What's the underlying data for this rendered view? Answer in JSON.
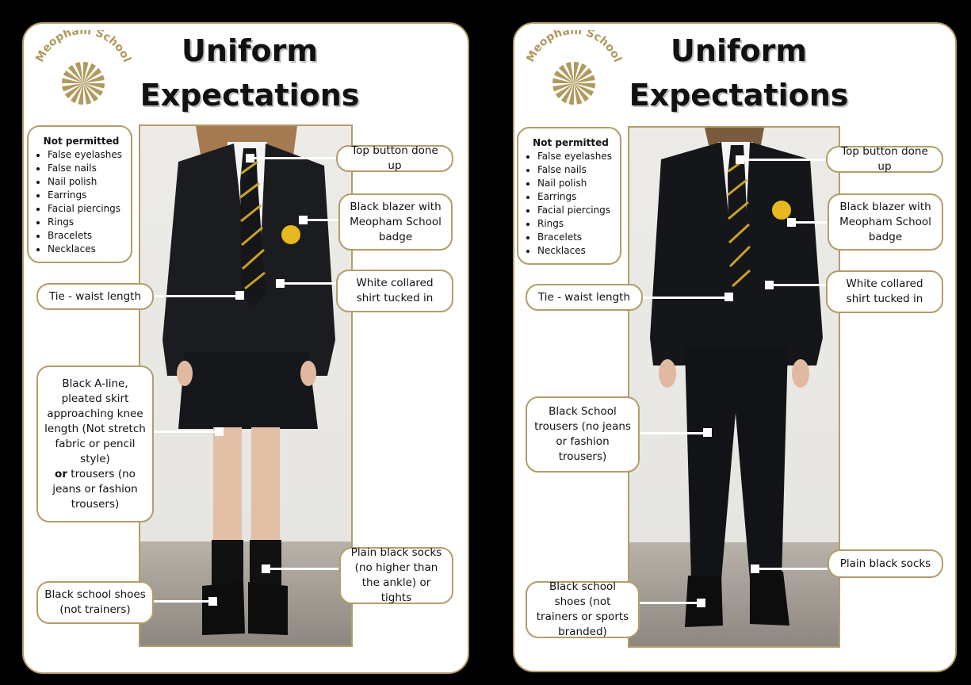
{
  "posters": [
    {
      "logo_text": "Meopham School",
      "title_line1": "Uniform",
      "title_line2": "Expectations",
      "not_permitted": {
        "heading": "Not permitted",
        "items": [
          "False eyelashes",
          "False nails",
          "Nail polish",
          "Earrings",
          "Facial piercings",
          "Rings",
          "Bracelets",
          "Necklaces"
        ]
      },
      "labels": {
        "top_button": "Top button done up",
        "blazer": "Black blazer with Meopham School badge",
        "shirt": "White collared shirt tucked in",
        "tie": "Tie - waist length",
        "skirt_part1": "Black A-line, pleated skirt approaching knee length (Not stretch fabric or pencil style)",
        "skirt_or": "or",
        "skirt_part2": "trousers (no jeans or fashion trousers)",
        "socks": "Plain black socks (no higher than the ankle) or tights",
        "shoes": "Black school shoes (not trainers)"
      }
    },
    {
      "logo_text": "Meopham School",
      "title_line1": "Uniform",
      "title_line2": "Expectations",
      "not_permitted": {
        "heading": "Not permitted",
        "items": [
          "False eyelashes",
          "False nails",
          "Nail polish",
          "Earrings",
          "Facial piercings",
          "Rings",
          "Bracelets",
          "Necklaces"
        ]
      },
      "labels": {
        "top_button": "Top button done up",
        "blazer": "Black blazer with Meopham School badge",
        "shirt": "White collared shirt tucked in",
        "tie": "Tie - waist length",
        "trousers": "Black School trousers (no jeans or fashion trousers)",
        "socks": "Plain black socks",
        "shoes": "Black school shoes (not trainers or sports branded)"
      }
    }
  ],
  "colors": {
    "gold": "#b39d6a",
    "logo_gold": "#b1995e",
    "background": "#000000"
  }
}
